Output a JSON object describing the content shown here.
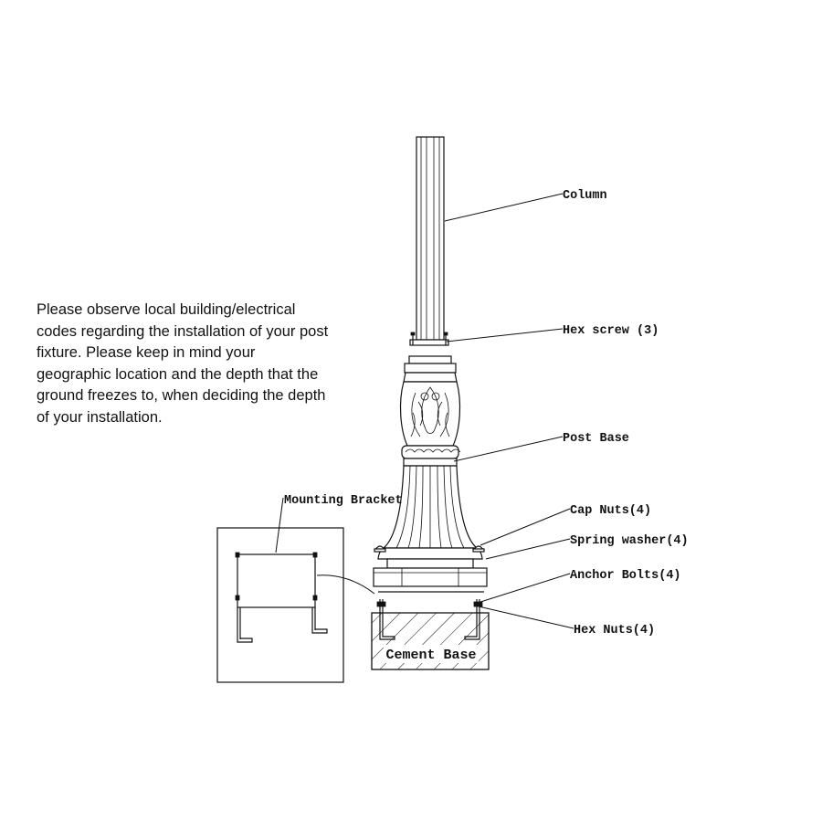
{
  "note_text": "Please observe local building/electrical codes regarding the installation of your post fixture. Please keep in mind your geographic location and the depth that the ground freezes to, when deciding the depth of your installation.",
  "labels": {
    "column": "Column",
    "hex_screw": "Hex screw (3)",
    "post_base": "Post Base",
    "cap_nuts": "Cap Nuts(4)",
    "spring_washer": "Spring washer(4)",
    "anchor_bolts": "Anchor Bolts(4)",
    "hex_nuts": "Hex Nuts(4)",
    "mounting_bracket": "Mounting Bracket",
    "cement_base": "Cement Base"
  }
}
